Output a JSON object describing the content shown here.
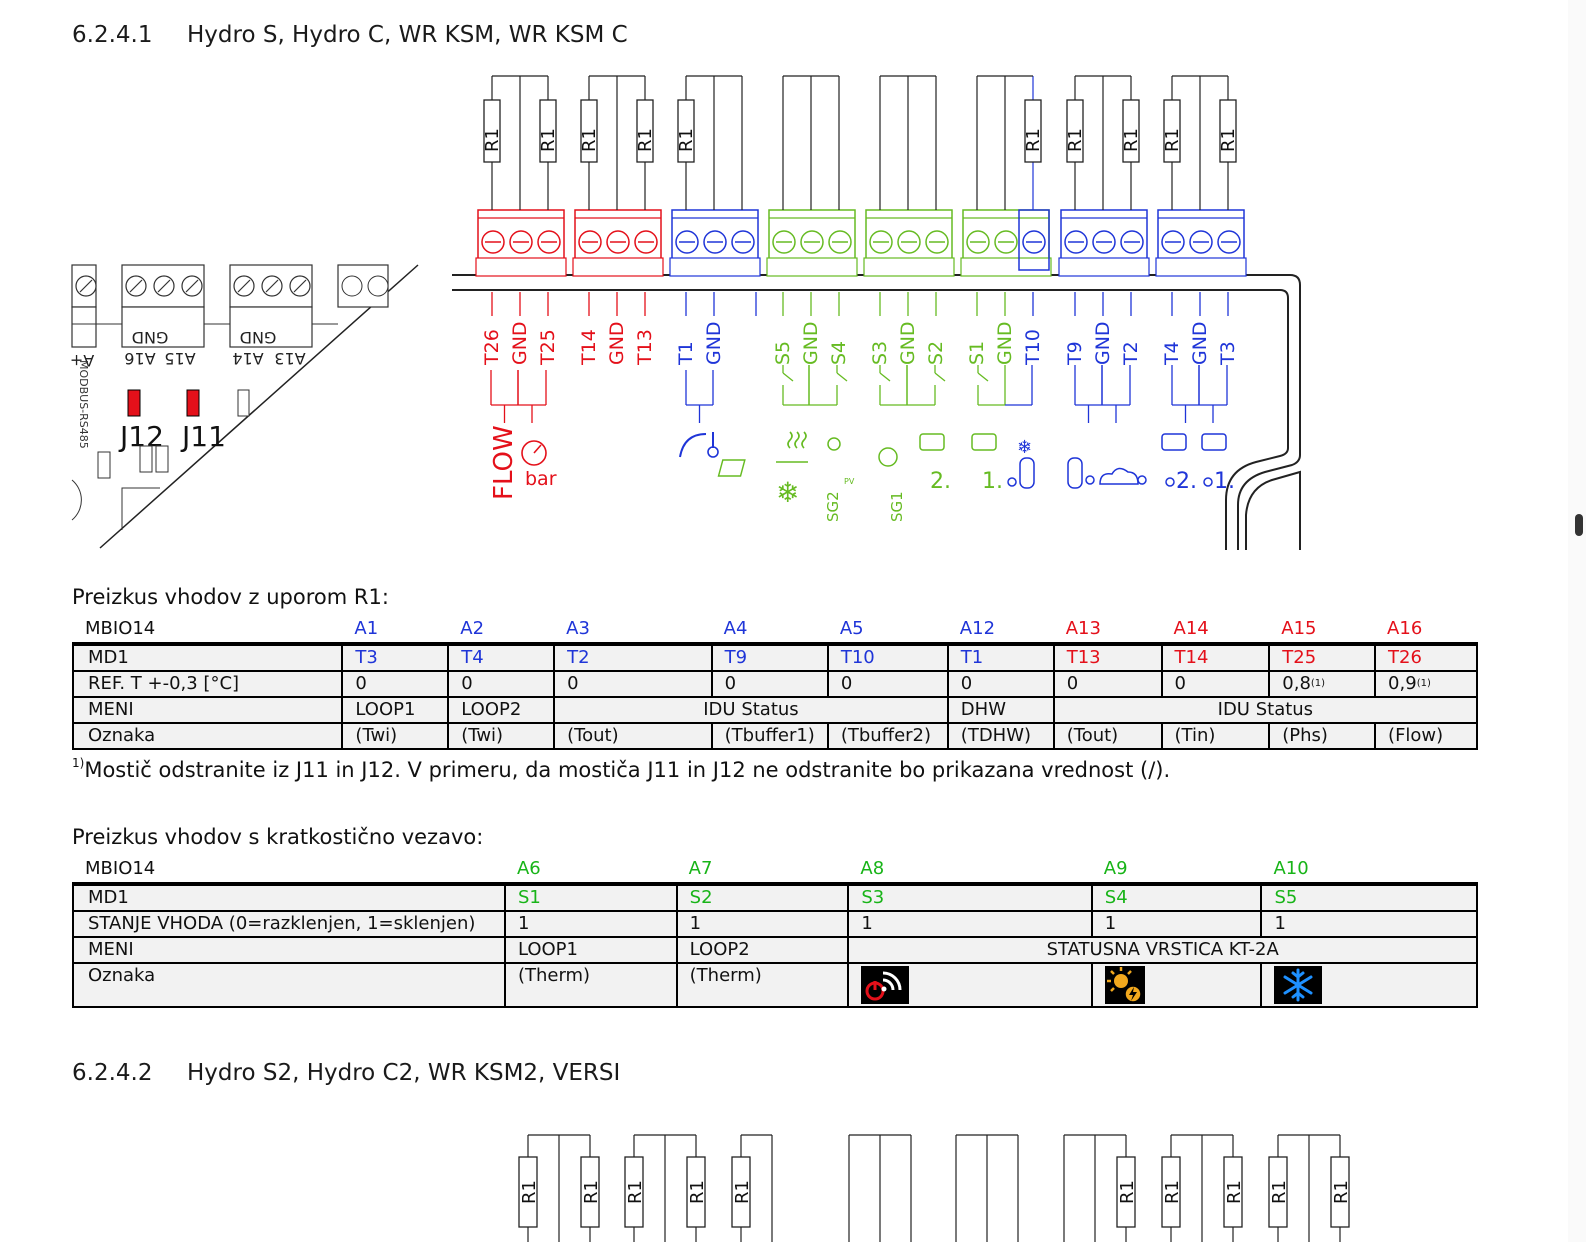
{
  "section1": {
    "number": "6.2.4.1",
    "title": "Hydro S, Hydro C, WR KSM, WR KSM C"
  },
  "section2": {
    "number": "6.2.4.2",
    "title": "Hydro S2, Hydro C2, WR KSM2, VERSI"
  },
  "diagram": {
    "r_label": "R1",
    "jumper1": "J12",
    "jumper2": "J11",
    "modbus": "MODBUS-RS485",
    "flow": "FLOW",
    "bar": "bar",
    "pv": "PV",
    "sg1": "SG1",
    "sg2": "SG2",
    "left_block_labels": [
      "A+",
      "A16",
      "A15",
      "GND",
      "A14",
      "A13",
      "GND"
    ],
    "pins": [
      {
        "label": "T26",
        "color": "red"
      },
      {
        "label": "GND",
        "color": "red"
      },
      {
        "label": "T25",
        "color": "red"
      },
      {
        "label": "T14",
        "color": "red"
      },
      {
        "label": "GND",
        "color": "red"
      },
      {
        "label": "T13",
        "color": "red"
      },
      {
        "label": "T1",
        "color": "blue"
      },
      {
        "label": "GND",
        "color": "blue"
      },
      {
        "label": "S5",
        "color": "green"
      },
      {
        "label": "GND",
        "color": "green"
      },
      {
        "label": "S4",
        "color": "green"
      },
      {
        "label": "S3",
        "color": "green"
      },
      {
        "label": "GND",
        "color": "green"
      },
      {
        "label": "S2",
        "color": "green"
      },
      {
        "label": "S1",
        "color": "green"
      },
      {
        "label": "GND",
        "color": "green"
      },
      {
        "label": "T10",
        "color": "blue"
      },
      {
        "label": "T9",
        "color": "blue"
      },
      {
        "label": "GND",
        "color": "blue"
      },
      {
        "label": "T2",
        "color": "blue"
      },
      {
        "label": "T4",
        "color": "blue"
      },
      {
        "label": "GND",
        "color": "blue"
      },
      {
        "label": "T3",
        "color": "blue"
      }
    ],
    "loop_marks": {
      "loop2a": "2.",
      "loop1a": "1.",
      "loop2b": "2.",
      "loop1b": "1."
    }
  },
  "table1": {
    "title": "Preizkus vhodov z uporom R1:",
    "header_label": "MBIO14",
    "channels": [
      {
        "name": "A1",
        "color": "blue"
      },
      {
        "name": "A2",
        "color": "blue"
      },
      {
        "name": "A3",
        "color": "blue"
      },
      {
        "name": "A4",
        "color": "blue"
      },
      {
        "name": "A5",
        "color": "blue"
      },
      {
        "name": "A12",
        "color": "blue"
      },
      {
        "name": "A13",
        "color": "red"
      },
      {
        "name": "A14",
        "color": "red"
      },
      {
        "name": "A15",
        "color": "red"
      },
      {
        "name": "A16",
        "color": "red"
      }
    ],
    "md1_label": "MD1",
    "md1": [
      "T3",
      "T4",
      "T2",
      "T9",
      "T10",
      "T1",
      "T13",
      "T14",
      "T25",
      "T26"
    ],
    "ref_label": "REF. T +-0,3 [°C]",
    "ref": [
      "0",
      "0",
      "0",
      "0",
      "0",
      "0",
      "0",
      "0",
      "0,8",
      "0,9"
    ],
    "ref_sup": "(1)",
    "meni_label": "MENI",
    "meni": {
      "loop1": "LOOP1",
      "loop2": "LOOP2",
      "idu1": "IDU Status",
      "dhw": "DHW",
      "idu2": "IDU Status"
    },
    "oznaka_label": "Oznaka",
    "oznaka": [
      "(Twi)",
      "(Twi)",
      "(Tout)",
      "(Tbuffer1)",
      "(Tbuffer2)",
      "(TDHW)",
      "(Tout)",
      "(Tin)",
      "(Phs)",
      "(Flow)"
    ],
    "footnote_mark": "1)",
    "footnote": "Mostič odstranite iz J11 in J12. V primeru, da mostiča J11 in J12 ne odstranite bo prikazana vrednost (/)."
  },
  "table2": {
    "title": "Preizkus vhodov s kratkostično vezavo:",
    "header_label": "MBIO14",
    "channels": [
      "A6",
      "A7",
      "A8",
      "A9",
      "A10"
    ],
    "md1_label": "MD1",
    "md1": [
      "S1",
      "S2",
      "S3",
      "S4",
      "S5"
    ],
    "state_label": "STANJE VHODA (0=razklenjen, 1=sklenjen)",
    "state": [
      "1",
      "1",
      "1",
      "1",
      "1"
    ],
    "meni_label": "MENI",
    "meni": {
      "loop1": "LOOP1",
      "loop2": "LOOP2",
      "status": "STATUSNA VRSTICA KT-2A"
    },
    "oznaka_label": "Oznaka",
    "oznaka": [
      "(Therm)",
      "(Therm)"
    ],
    "icons": [
      "sg-power-signal-icon",
      "sun-flash-icon",
      "snowflake-icon"
    ]
  },
  "colors": {
    "red": "#e4101a",
    "blue": "#1f35d8",
    "green": "#66bb22",
    "black": "#000000"
  }
}
